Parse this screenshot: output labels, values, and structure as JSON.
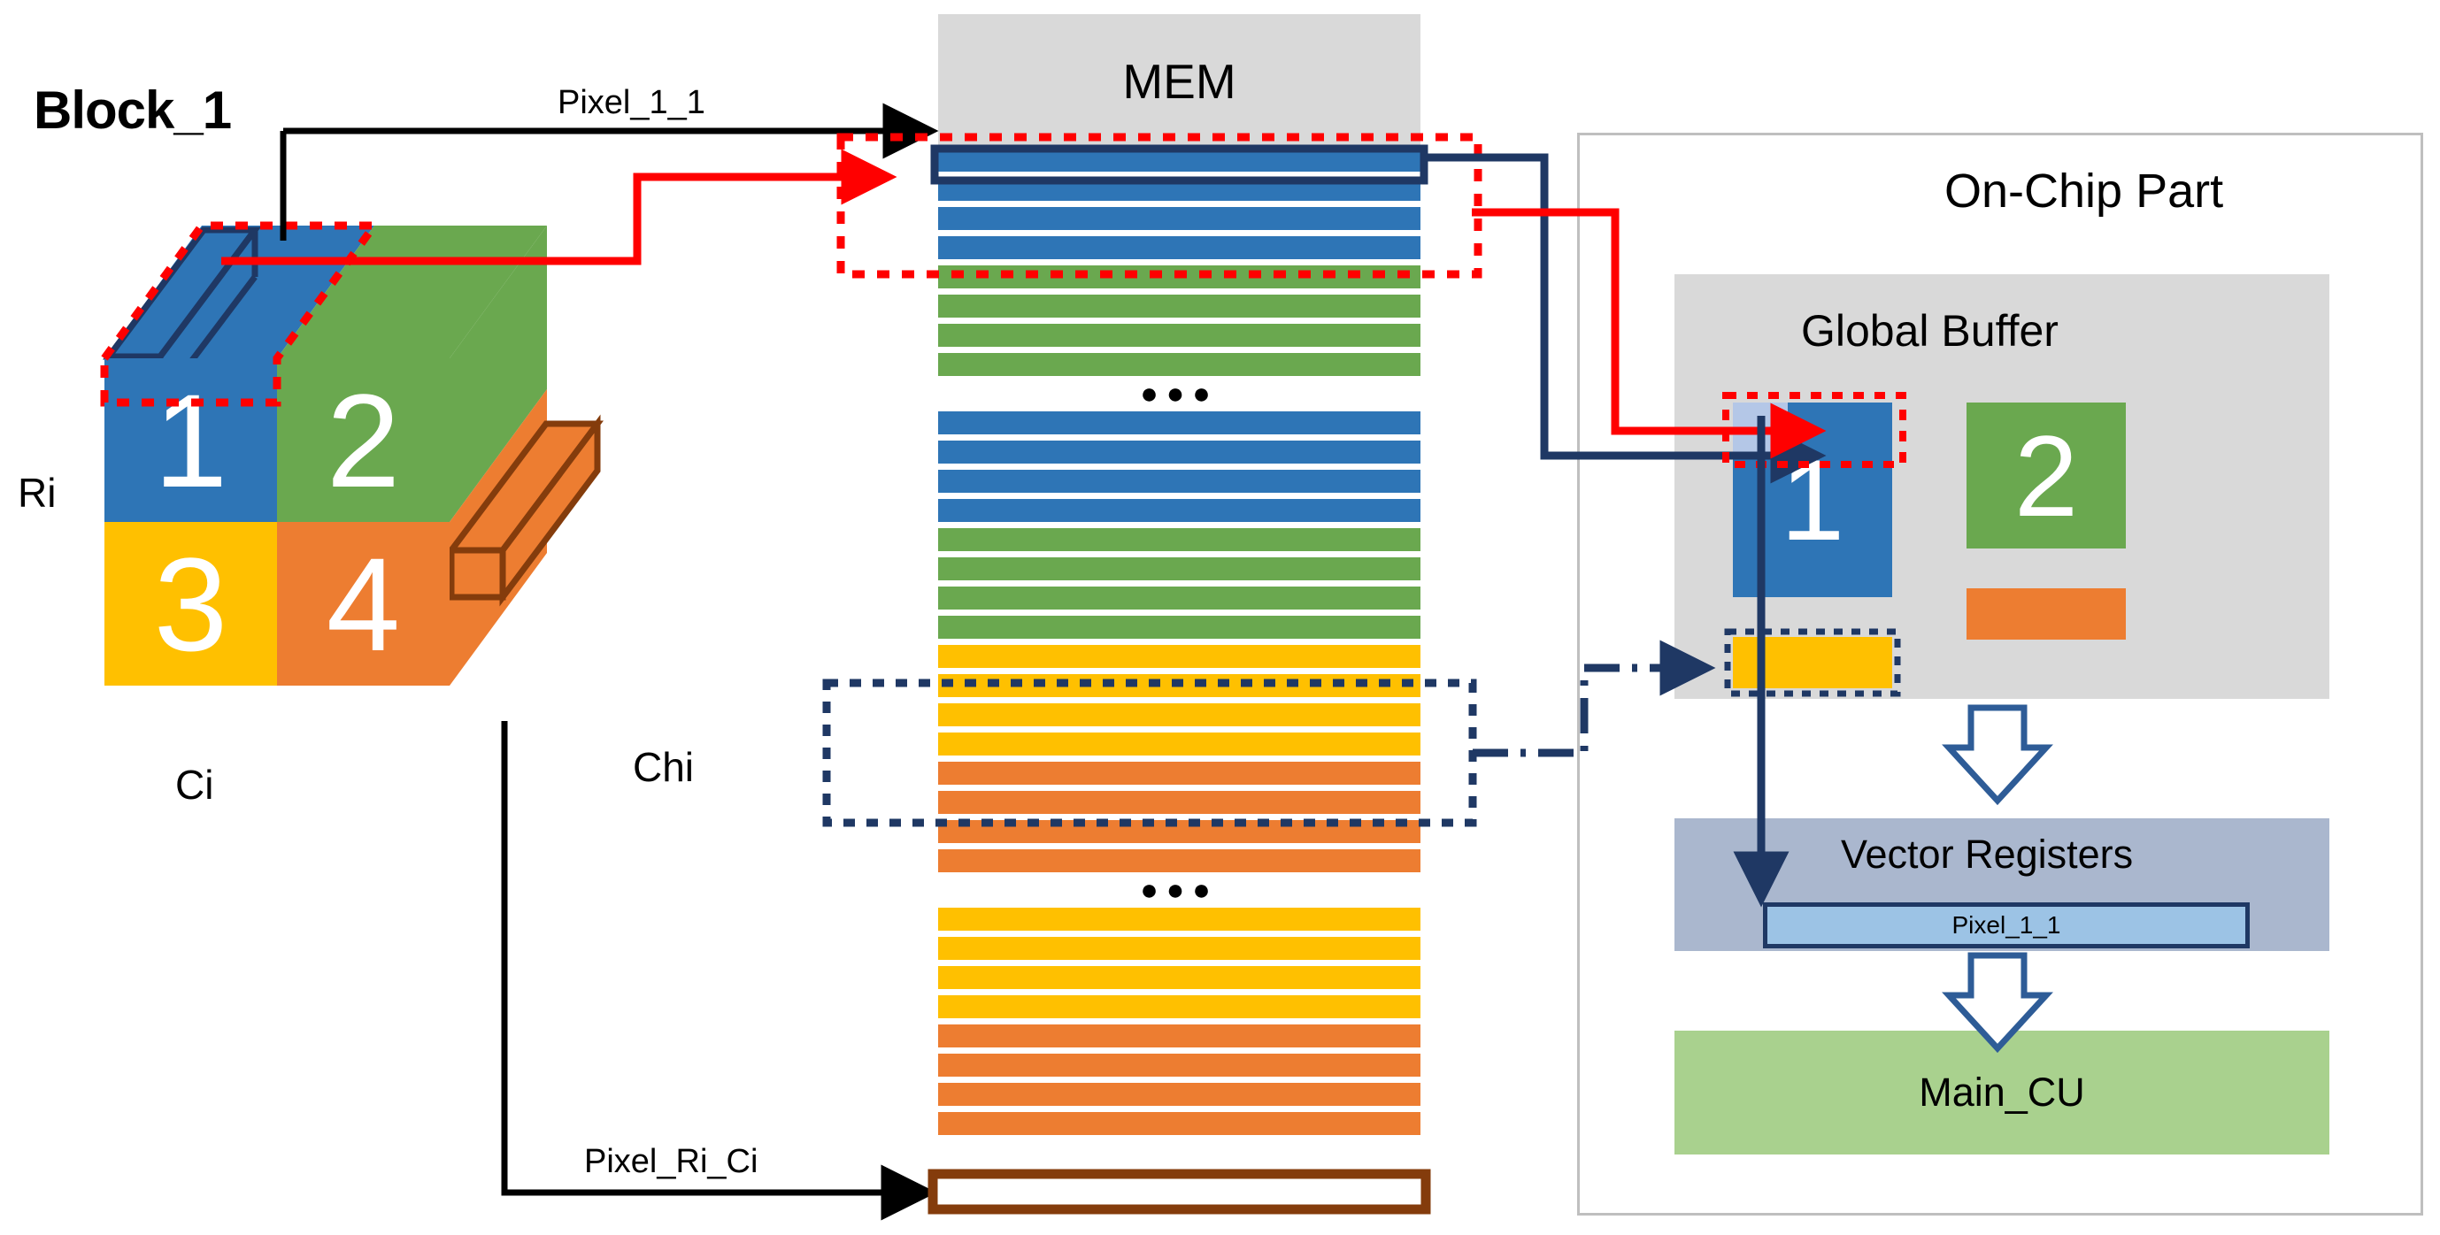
{
  "block": {
    "title": "Block_1",
    "axis_row_label": "Ri",
    "axis_col_label": "Ci",
    "axis_depth_label": "Chi",
    "quadrants": [
      {
        "id": "1",
        "color": "#2e75b6"
      },
      {
        "id": "2",
        "color": "#6aa84f"
      },
      {
        "id": "3",
        "color": "#ffc000"
      },
      {
        "id": "4",
        "color": "#ed7d31"
      }
    ]
  },
  "edges": {
    "top_label": "Pixel_1_1",
    "bottom_label": "Pixel_Ri_Ci"
  },
  "mem": {
    "title": "MEM",
    "bars": [
      "blue",
      "blue",
      "blue",
      "blue",
      "green",
      "green",
      "green",
      "green",
      "dots",
      "blue",
      "blue",
      "blue",
      "blue",
      "green",
      "green",
      "green",
      "green",
      "yellow",
      "yellow",
      "yellow",
      "yellow",
      "orange",
      "orange",
      "orange",
      "orange",
      "dots",
      "yellow",
      "yellow",
      "yellow",
      "yellow",
      "orange",
      "orange",
      "orange",
      "orange-highlight"
    ],
    "highlight_top_rows": 4,
    "highlight_bottom_rows": 4
  },
  "onchip": {
    "title": "On-Chip Part",
    "global_buffer": {
      "title": "Global Buffer",
      "tile_1": "1",
      "tile_2": "2"
    },
    "vector_registers": {
      "title": "Vector Registers",
      "register_value": "Pixel_1_1"
    },
    "main_cu": {
      "title": "Main_CU"
    }
  },
  "colors": {
    "blue": "#2e75b6",
    "green": "#6aa84f",
    "yellow": "#ffc000",
    "orange": "#ed7d31",
    "navy": "#1f3864",
    "red": "#ff0000",
    "gray_panel": "#d9d9d9",
    "vr_panel": "#aab7ce",
    "cu_panel": "#a9d18e"
  }
}
